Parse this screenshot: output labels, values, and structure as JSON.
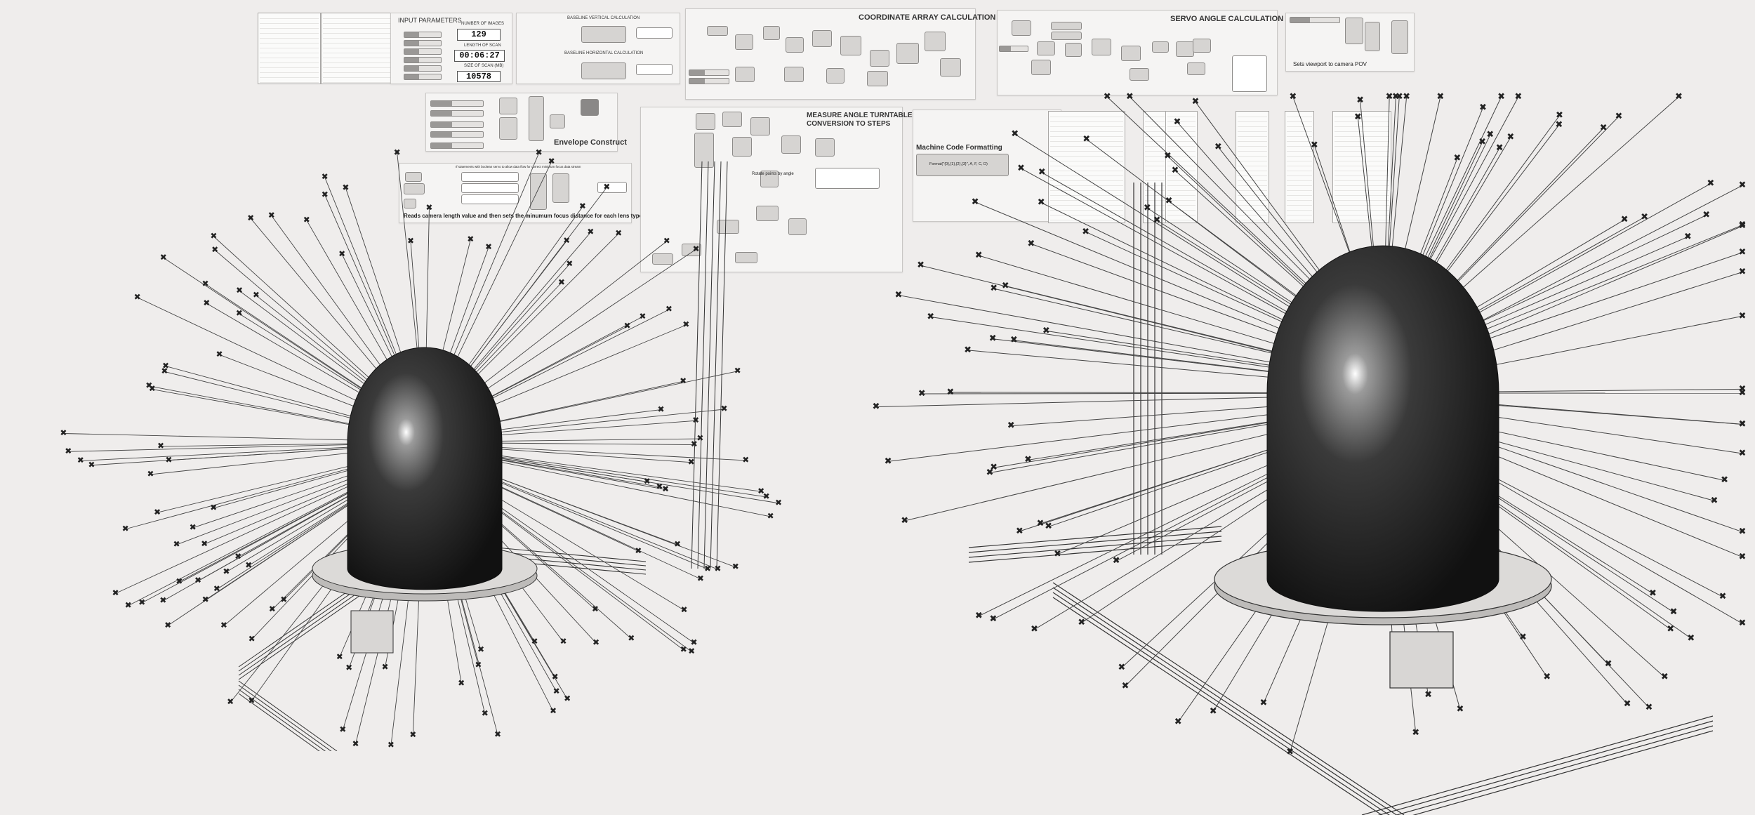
{
  "input_parameters": {
    "title": "INPUT PARAMETERS",
    "images_label": "NUMBER OF IMAGES",
    "images_value": "129",
    "length_label": "LENGTH OF SCAN",
    "length_value": "00:06:27",
    "size_label": "SIZE OF SCAN (MB)",
    "size_value": "10578"
  },
  "baseline_vertical": {
    "title": "BASELINE VERTICAL CALCULATION"
  },
  "baseline_horizontal": {
    "title": "BASELINE HORIZONTAL CALCULATION"
  },
  "coordinate_array": {
    "title": "COORDINATE ARRAY CALCULATION"
  },
  "servo_angle": {
    "title": "SERVO ANGLE CALCULATION"
  },
  "viewport_panel": {
    "caption": "Sets viewport to camera POV"
  },
  "envelope": {
    "title": "Envelope Construct"
  },
  "focus": {
    "header": "If statements with boolean servo to allow data flow for correct minimum focus data stream",
    "caption": "Reads camera length value and then sets the minumum focus distance for each lens type"
  },
  "measure_angle": {
    "title_line1": "MEASURE ANGLE TURNTABLE &",
    "title_line2": "CONVERSION TO STEPS",
    "rotate_label": "Rotate points by angle"
  },
  "machine_code": {
    "title": "Machine Code Formatting",
    "format_text": "Format(\"{0},{1},{2},{3}\", A, F, C, D)"
  },
  "colors": {
    "background": "#efedec",
    "panel": "#f5f4f3",
    "dome": "#2a2a2a",
    "frame": "#3a3a3a"
  }
}
